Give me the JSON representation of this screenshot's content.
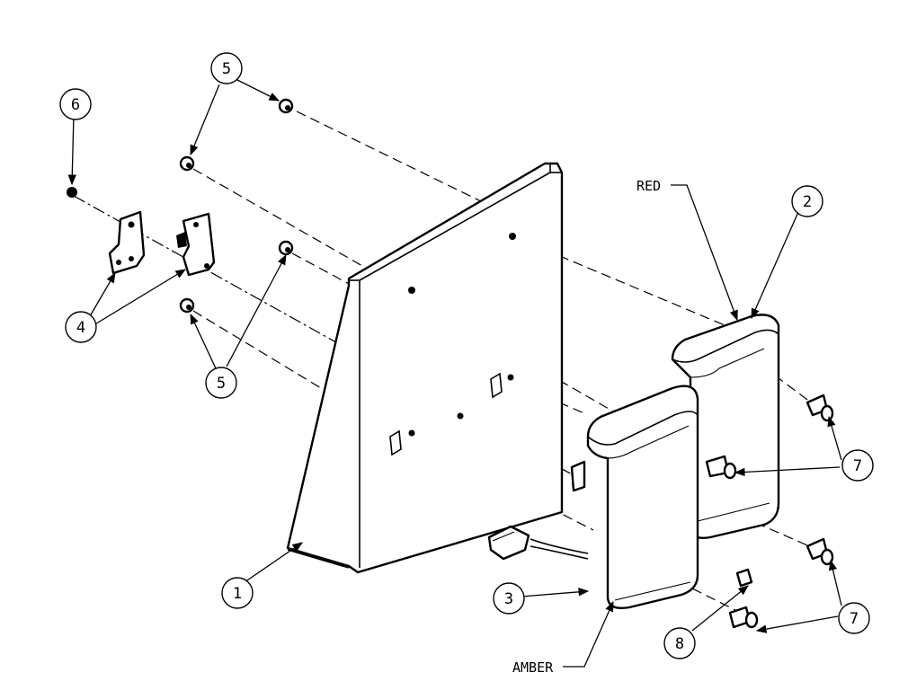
{
  "callouts": {
    "c1": "1",
    "c2": "2",
    "c3": "3",
    "c4": "4",
    "c5a": "5",
    "c5b": "5",
    "c6": "6",
    "c7a": "7",
    "c7b": "7",
    "c8": "8"
  },
  "notes": {
    "red": "RED",
    "amber": "AMBER"
  }
}
